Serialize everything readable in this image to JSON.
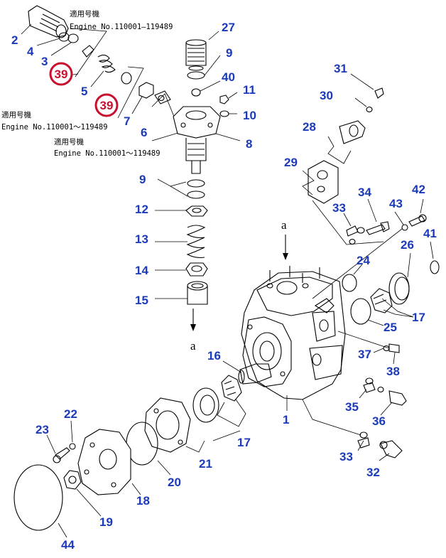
{
  "labels": {
    "p1": "1",
    "p2": "2",
    "p3": "3",
    "p4": "4",
    "p5": "5",
    "p6": "6",
    "p7": "7",
    "p8": "8",
    "p9a": "9",
    "p9b": "9",
    "p10": "10",
    "p11": "11",
    "p12": "12",
    "p13": "13",
    "p14": "14",
    "p15": "15",
    "p16": "16",
    "p17a": "17",
    "p17b": "17",
    "p18": "18",
    "p19": "19",
    "p20": "20",
    "p21": "21",
    "p22": "22",
    "p23": "23",
    "p24": "24",
    "p25": "25",
    "p26": "26",
    "p27": "27",
    "p28": "28",
    "p29": "29",
    "p30": "30",
    "p31": "31",
    "p32": "32",
    "p33a": "33",
    "p33b": "33",
    "p34": "34",
    "p35": "35",
    "p36": "36",
    "p37": "37",
    "p38": "38",
    "p40": "40",
    "p41": "41",
    "p42": "42",
    "p43": "43",
    "p44": "44"
  },
  "badges": {
    "b1": "39",
    "b2": "39"
  },
  "section_marks": {
    "top": "a",
    "bottom": "a"
  },
  "notes": {
    "n1_l1": "適用号機",
    "n1_l2": "Engine No.110001—119489",
    "n2_l1": "適用号機",
    "n2_l2": "Engine No.110001～119489",
    "n3_l1": "適用号機",
    "n3_l2": "Engine No.110001～119489"
  },
  "colors": {
    "label": "#1a3ab8",
    "badge": "#c8102e",
    "line": "#000000"
  }
}
